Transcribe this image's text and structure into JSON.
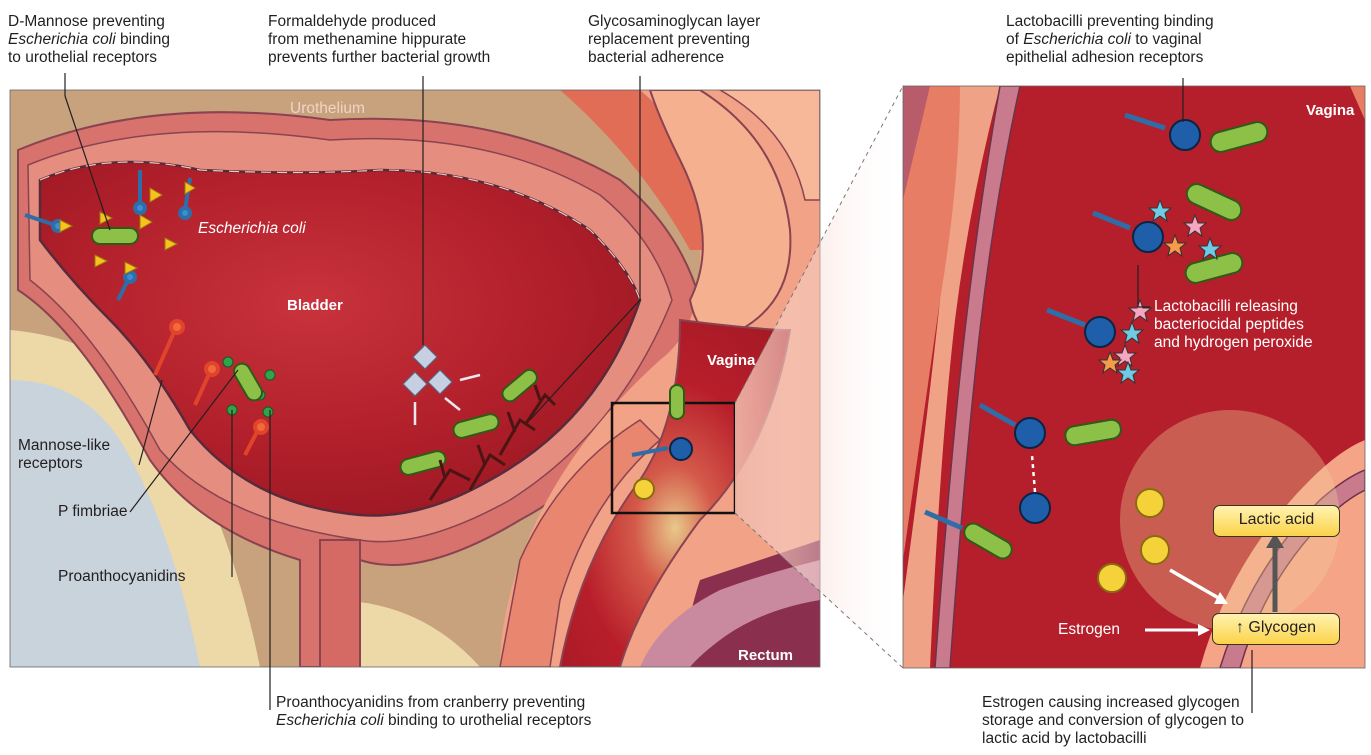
{
  "captions": {
    "d_mannose": {
      "line1": "D-Mannose preventing",
      "line2_italic": "Escherichia coli",
      "line2_rest": " binding",
      "line3": "to urothelial receptors"
    },
    "formaldehyde": {
      "line1": "Formaldehyde produced",
      "line2": "from methenamine hippurate",
      "line3": "prevents further bacterial growth"
    },
    "gag": {
      "line1": "Glycosaminoglycan layer",
      "line2": "replacement preventing",
      "line3": "bacterial adherence"
    },
    "lactobacilli_binding": {
      "line1": "Lactobacilli preventing binding",
      "line2_pre": "of ",
      "line2_italic": "Escherichia coli",
      "line2_rest": " to vaginal",
      "line3": "epithelial adhesion receptors"
    },
    "cranberry": {
      "line1": "Proanthocyanidins from cranberry preventing",
      "line2_italic": "Escherichia coli",
      "line2_rest": " binding to urothelial receptors"
    },
    "estrogen_effect": {
      "line1": "Estrogen causing increased glycogen",
      "line2": "storage and conversion of glycogen to",
      "line3": "lactic acid by lactobacilli"
    },
    "lacto_release": {
      "line1": "Lactobacilli releasing",
      "line2": "bacteriocidal peptides",
      "line3": "and hydrogen peroxide"
    }
  },
  "left_labels": {
    "mannose_like": {
      "line1": "Mannose-like",
      "line2": "receptors"
    },
    "p_fimbriae": "P fimbriae",
    "proanthocyanidins": "Proanthocyanidins"
  },
  "anatomy": {
    "urothelium": "Urothelium",
    "ecoli": "Escherichia coli",
    "bladder": "Bladder",
    "vagina_left": "Vagina",
    "rectum": "Rectum",
    "vagina_right": "Vagina"
  },
  "boxes": {
    "lactic_acid": "Lactic acid",
    "glycogen": "↑ Glycogen",
    "estrogen": "Estrogen"
  },
  "colors": {
    "background_tissue": "#c9a580",
    "bladder_wall": "#d9766f",
    "lumen": "#b3202a",
    "lactobacillus": "#1f5ea8",
    "ecoli": "#7fb23a",
    "label_box": "#fbd34a"
  }
}
